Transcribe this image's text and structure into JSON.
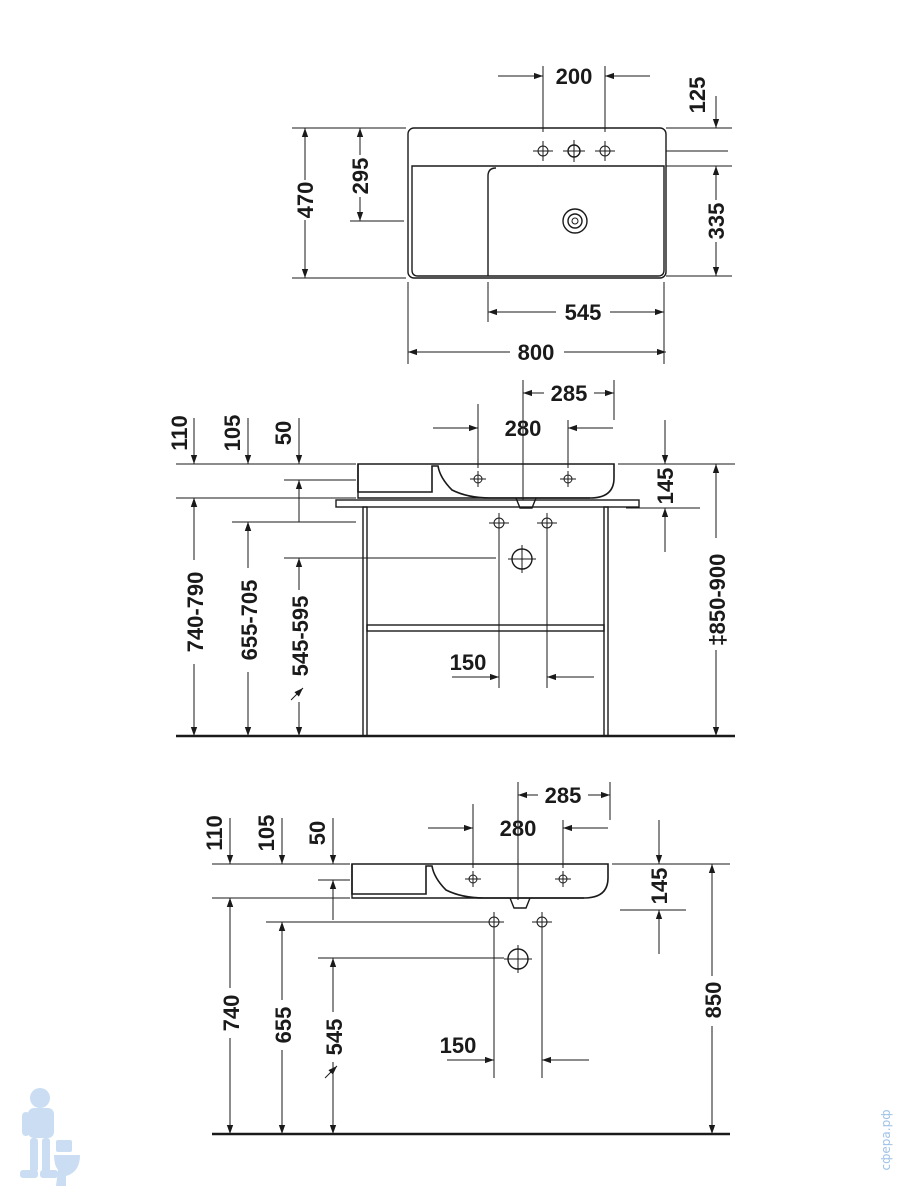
{
  "top_view": {
    "tap_hole_spacing": "200",
    "tap_hole_offset": "125",
    "depth": "470",
    "drain_offset": "295",
    "basin_depth": "335",
    "basin_width": "545",
    "overall_width": "800"
  },
  "stand_view": {
    "dim_110": "110",
    "dim_105": "105",
    "dim_50": "50",
    "dim_285": "285",
    "dim_280": "280",
    "dim_145": "145",
    "height_range": "850-900",
    "height_marker": "‡",
    "dim_740_790": "740-790",
    "dim_655_705": "655-705",
    "dim_545_595": "545-595",
    "dim_150": "150"
  },
  "wall_view": {
    "dim_110": "110",
    "dim_105": "105",
    "dim_50": "50",
    "dim_285": "285",
    "dim_280": "280",
    "dim_145": "145",
    "height": "850",
    "dim_740": "740",
    "dim_655": "655",
    "dim_545": "545",
    "dim_150": "150"
  },
  "watermark": "сфера.рф",
  "colors": {
    "ink": "#1a1a1a",
    "watermark": "#9fc2e8"
  },
  "icons": {
    "mascot": "plumber-mascot-icon"
  }
}
